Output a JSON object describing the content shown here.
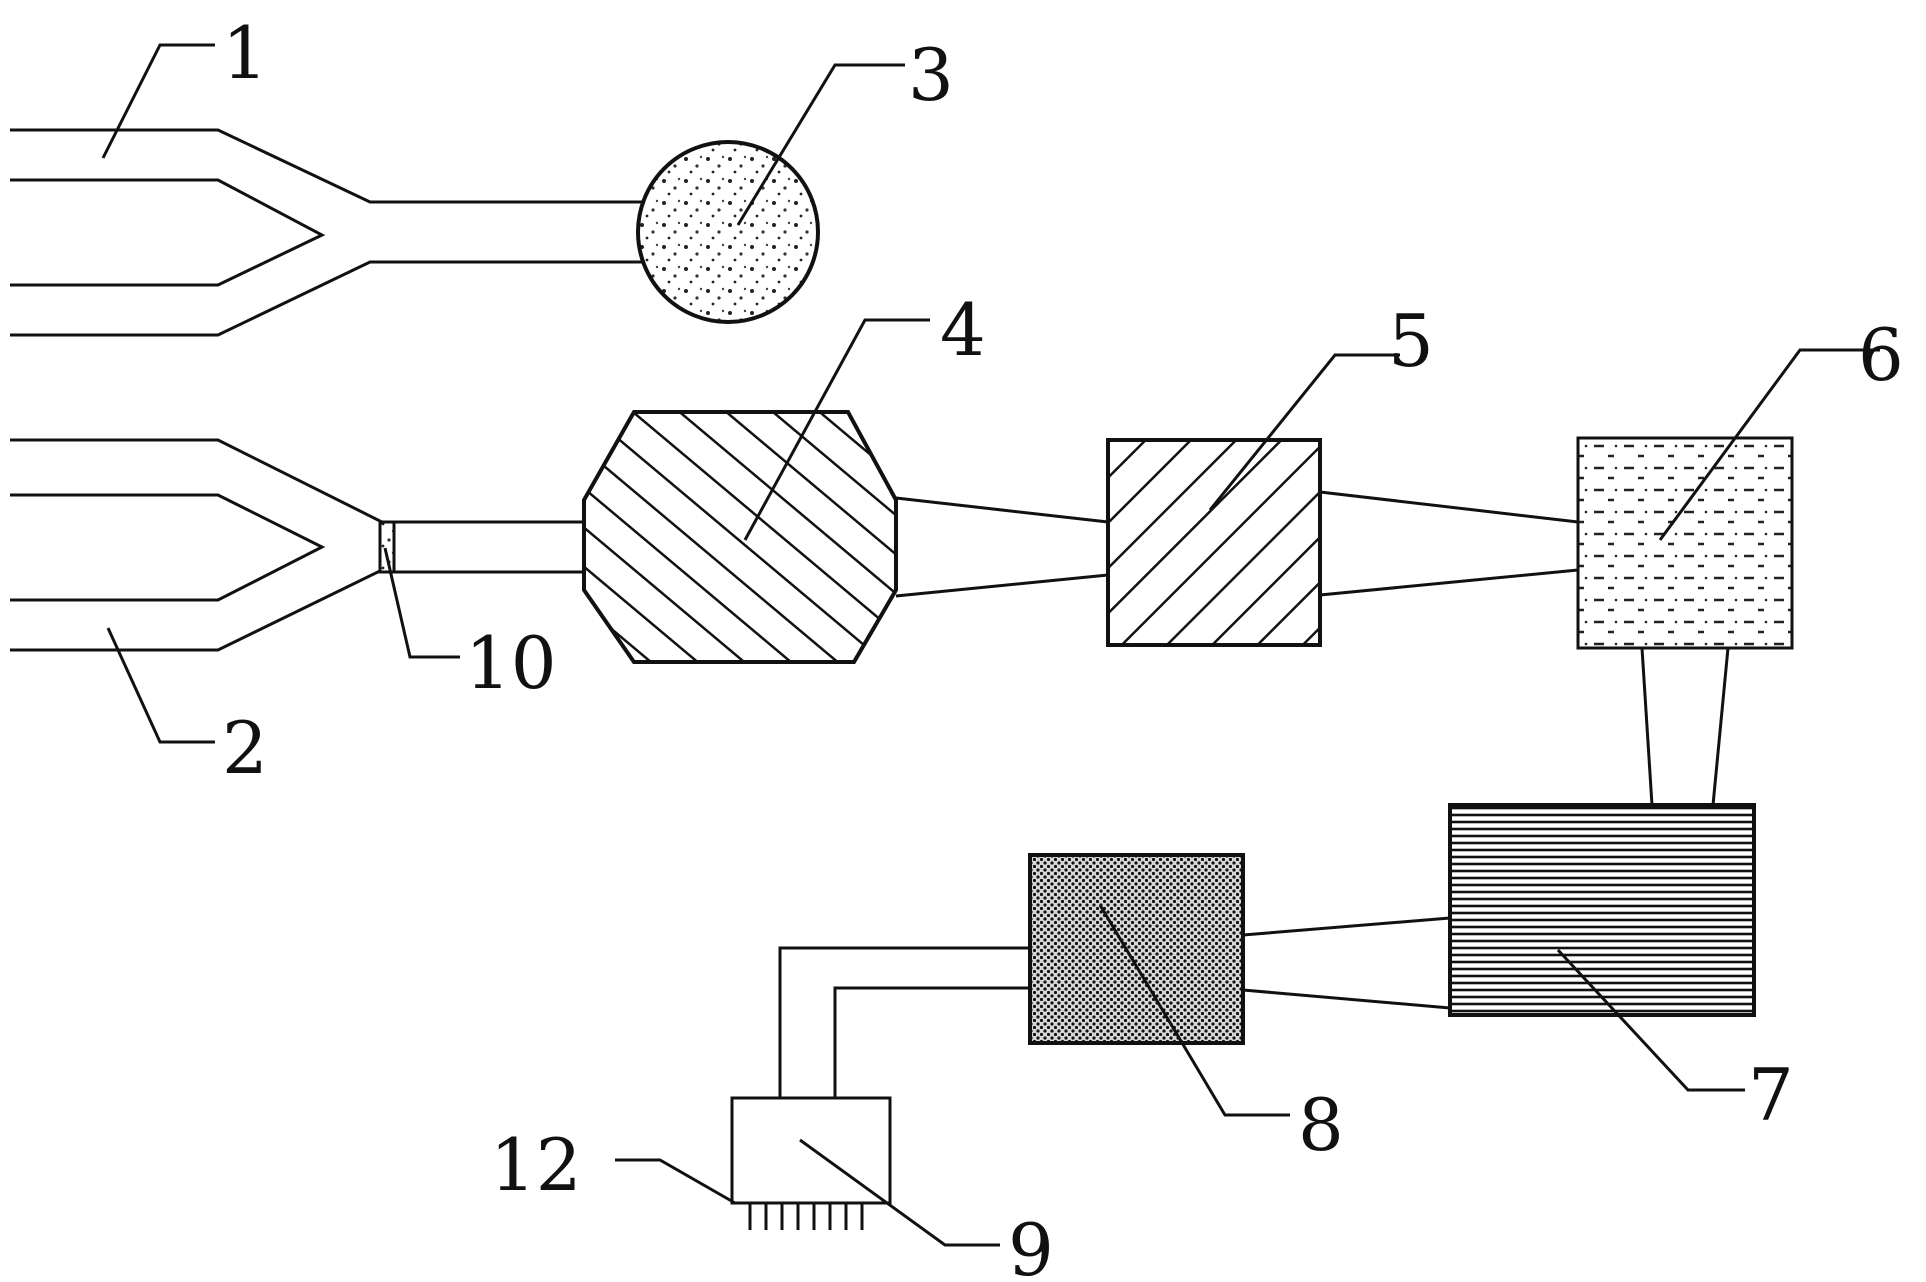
{
  "labels": {
    "l1": "1",
    "l2": "2",
    "l3": "3",
    "l4": "4",
    "l5": "5",
    "l6": "6",
    "l7": "7",
    "l8": "8",
    "l9": "9",
    "l10": "10",
    "l12": "12"
  },
  "colors": {
    "line": "#111111",
    "background": "#ffffff"
  }
}
